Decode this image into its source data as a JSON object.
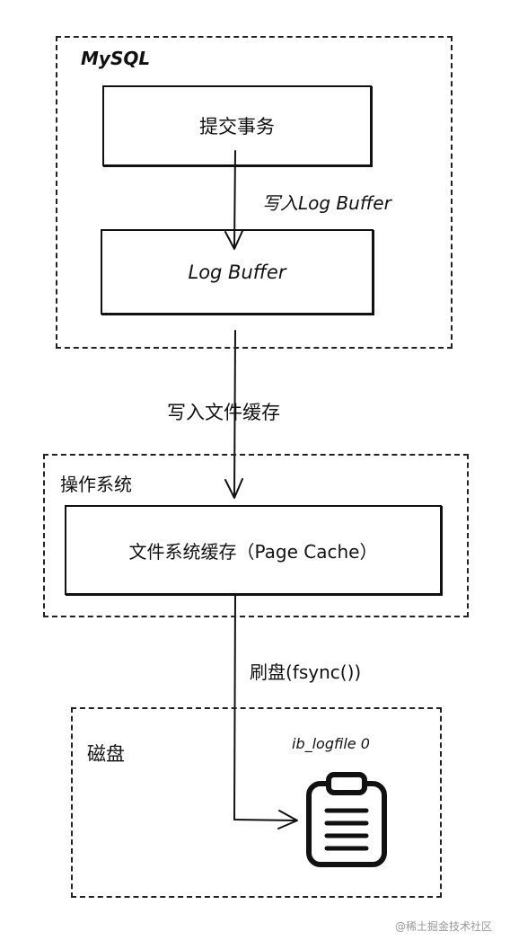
{
  "mysql": {
    "label": "MySQL",
    "commit_box": "提交事务",
    "arrow_label": "写入Log Buffer",
    "buffer_box": "Log Buffer"
  },
  "arrow_file_cache": "写入文件缓存",
  "os": {
    "label": "操作系统",
    "cache_box": "文件系统缓存（Page Cache）"
  },
  "arrow_fsync": "刷盘(fsync())",
  "disk": {
    "label": "磁盘",
    "file_label": "ib_logfile 0"
  },
  "watermark": "@稀土掘金技术社区"
}
